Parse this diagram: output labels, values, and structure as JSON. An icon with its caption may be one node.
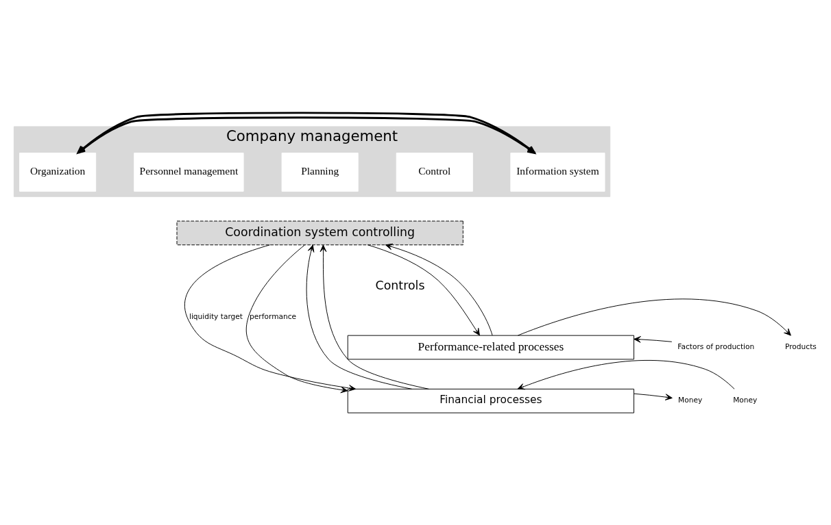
{
  "diagram": {
    "nodes": [
      {
        "text": [
          "Company management"
        ]
      },
      {
        "text": [
          "Organization"
        ],
        "in": 0
      },
      {
        "text": [
          "Personnel management"
        ],
        "in": 0
      },
      {
        "text": [
          "Planning"
        ],
        "in": 0
      },
      {
        "text": [
          "Control"
        ],
        "in": 0
      },
      {
        "text": [
          "Information system"
        ],
        "in": 0
      },
      {
        "text": [
          "Coordination system controlling"
        ]
      },
      {
        "text": [
          "Performance-related processes"
        ]
      },
      {
        "text": [
          "Financial processes"
        ]
      },
      {
        "text": [
          "Factors of production"
        ]
      },
      {
        "text": [
          "Products"
        ]
      },
      {
        "text": [
          "Money"
        ]
      },
      {
        "text": [
          "Money"
        ]
      }
    ],
    "edges": [
      {
        "from": 1,
        "to": 5,
        "arrow": "to",
        "style": "thick"
      },
      {
        "from": 5,
        "to": 1,
        "arrow": "to",
        "style": "thick"
      },
      {
        "from": 6,
        "to": 8,
        "arrow": "to",
        "label": "performance"
      },
      {
        "from": 8,
        "to": 6,
        "arrow": "to"
      },
      {
        "from": 6,
        "to": 7,
        "arrow": "to"
      },
      {
        "from": 7,
        "to": 6,
        "arrow": "to"
      },
      {
        "from": 6,
        "to": 8,
        "arrow": "to",
        "label": "liquidity target"
      },
      {
        "from": 8,
        "to": 6,
        "arrow": "to"
      },
      {
        "from": 9,
        "to": 7,
        "arrow": "to"
      },
      {
        "from": 7,
        "to": 10,
        "arrow": "to"
      },
      {
        "from": 8,
        "to": 11,
        "arrow": "to"
      },
      {
        "from": 12,
        "to": 8,
        "arrow": "to"
      }
    ],
    "labels": [
      "Controls"
    ]
  }
}
